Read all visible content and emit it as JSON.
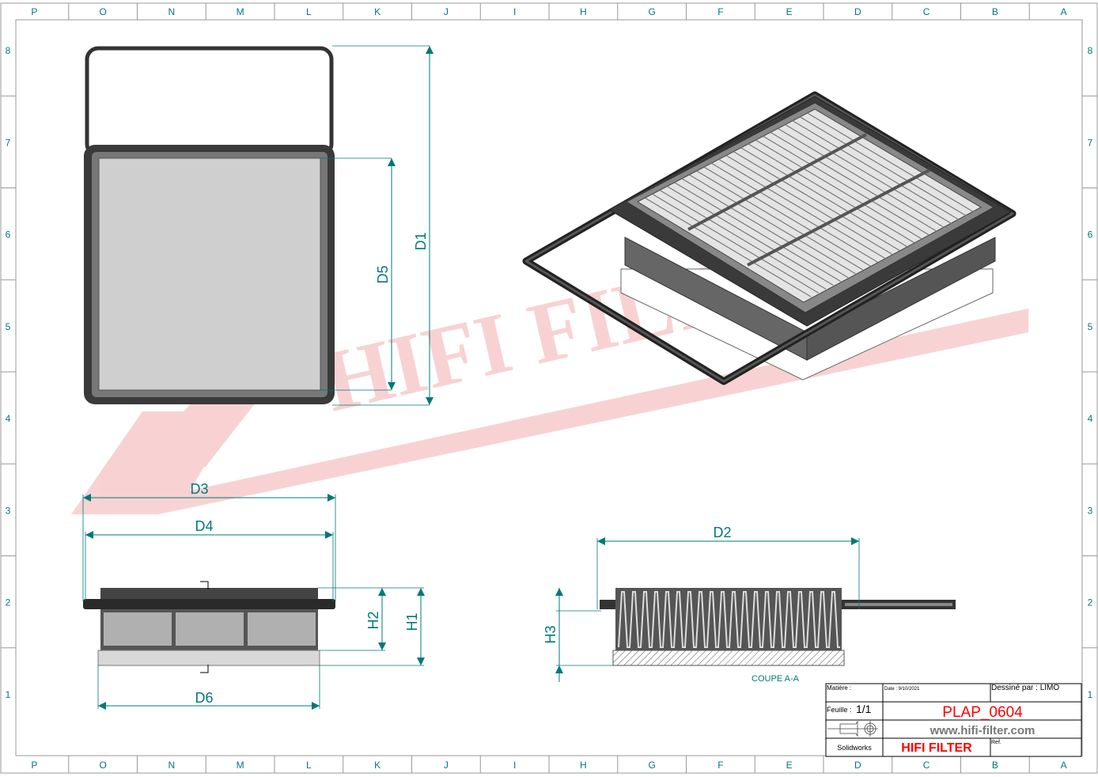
{
  "border": {
    "columns": [
      "P",
      "O",
      "N",
      "M",
      "L",
      "K",
      "J",
      "I",
      "H",
      "G",
      "F",
      "E",
      "D",
      "C",
      "B",
      "A"
    ],
    "rows": [
      "8",
      "7",
      "6",
      "5",
      "4",
      "3",
      "2",
      "1"
    ]
  },
  "dimensions": {
    "d1": "D1",
    "d2": "D2",
    "d3": "D3",
    "d4": "D4",
    "d5": "D5",
    "d6": "D6",
    "h1": "H1",
    "h2": "H2",
    "h3": "H3"
  },
  "section_label": "COUPE A-A",
  "watermark": "HIFI FILTER",
  "title_block": {
    "matiere": "Matière :",
    "date": "Date : 9/10/2021",
    "dessine": "Dessiné par : LIMO",
    "feuille_label": "Feuille :",
    "feuille_value": "1/1",
    "part_number": "PLAP_0604",
    "website": "www.hifi-filter.com",
    "software": "Solidworks",
    "company": "HIFI FILTER",
    "ref": "Ref."
  },
  "colors": {
    "dim": "#00787a",
    "red": "#ff0000",
    "watermark": "#f4b6b6"
  }
}
